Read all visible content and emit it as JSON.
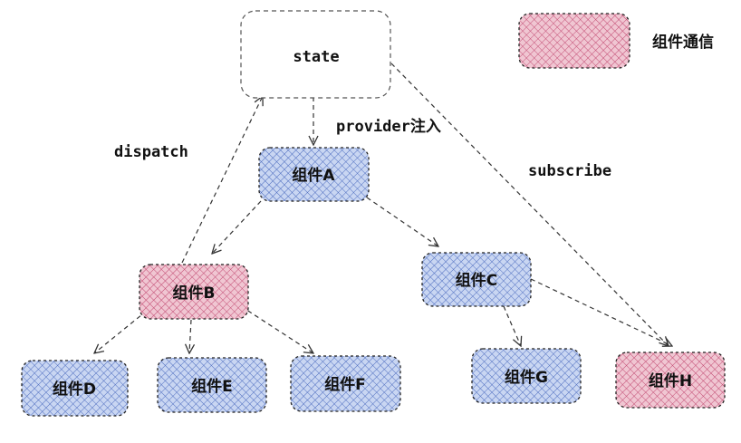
{
  "legend": {
    "label": "组件通信"
  },
  "nodes": {
    "state": "state",
    "a": "组件A",
    "b": "组件B",
    "c": "组件C",
    "d": "组件D",
    "e": "组件E",
    "f": "组件F",
    "g": "组件G",
    "h": "组件H"
  },
  "edge_labels": {
    "provider": "provider注入",
    "dispatch": "dispatch",
    "subscribe": "subscribe"
  },
  "colors": {
    "blue_fill": "#c9d6f2",
    "blue_hatch": "#4f6ec0",
    "pink_fill": "#f0c6d2",
    "pink_hatch": "#c24a72"
  }
}
